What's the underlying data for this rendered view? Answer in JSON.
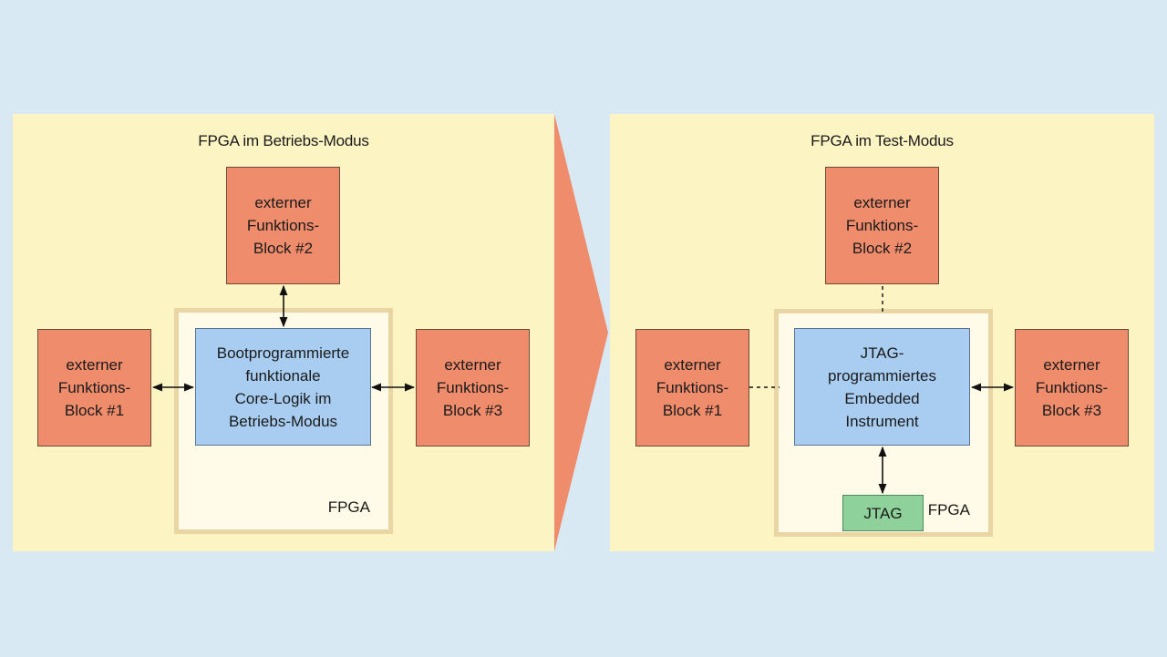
{
  "left_panel": {
    "title": "FPGA im Betriebs-Modus",
    "fpga_label": "FPGA",
    "ext_block_2": [
      "externer",
      "Funktions-",
      "Block #2"
    ],
    "ext_block_1": [
      "externer",
      "Funktions-",
      "Block #1"
    ],
    "ext_block_3": [
      "externer",
      "Funktions-",
      "Block #3"
    ],
    "core": [
      "Bootprogrammierte",
      "funktionale",
      "Core-Logik im",
      "Betriebs-Modus"
    ]
  },
  "right_panel": {
    "title": "FPGA im Test-Modus",
    "fpga_label": "FPGA",
    "ext_block_2": [
      "externer",
      "Funktions-",
      "Block #2"
    ],
    "ext_block_1": [
      "externer",
      "Funktions-",
      "Block #1"
    ],
    "ext_block_3": [
      "externer",
      "Funktions-",
      "Block #3"
    ],
    "core": [
      "JTAG-",
      "programmiertes",
      "Embedded",
      "Instrument"
    ],
    "jtag_label": "JTAG"
  },
  "colors": {
    "background": "#d9e9f4",
    "panel": "#fdf4c4",
    "external_block": "#ef8c6c",
    "core_block": "#a8cdf0",
    "jtag_block": "#8fd19a",
    "transition_arrow": "#ef8c6c"
  }
}
